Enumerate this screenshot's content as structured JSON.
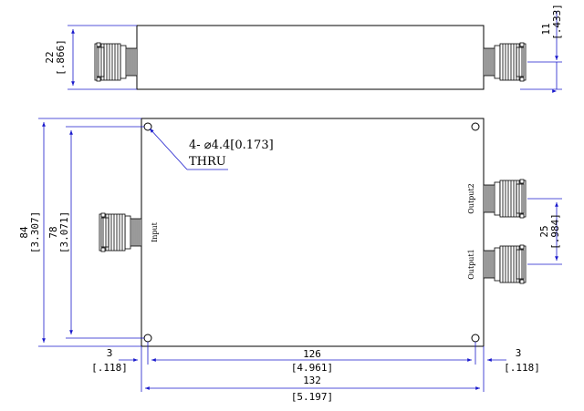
{
  "note": {
    "hole": "4- ⌀4.4[0.173]",
    "thru": "THRU"
  },
  "ports": {
    "input": "Input",
    "output1": "Output1",
    "output2": "Output2"
  },
  "dims": {
    "height_side": {
      "mm": "22",
      "in": "[.866]"
    },
    "half_side": {
      "mm": "11",
      "in": "[.433]"
    },
    "height_total": {
      "mm": "84",
      "in": "[3.307]"
    },
    "height_holes": {
      "mm": "78",
      "in": "[3.071]"
    },
    "port_spacing": {
      "mm": "25",
      "in": "[.984]"
    },
    "edge_left": {
      "mm": "3",
      "in": "[.118]"
    },
    "edge_right": {
      "mm": "3",
      "in": "[.118]"
    },
    "width_holes": {
      "mm": "126",
      "in": "[4.961]"
    },
    "width_total": {
      "mm": "132",
      "in": "[5.197]"
    }
  },
  "colors": {
    "dimension_lines": "#1a1acc",
    "outline": "#000000"
  }
}
